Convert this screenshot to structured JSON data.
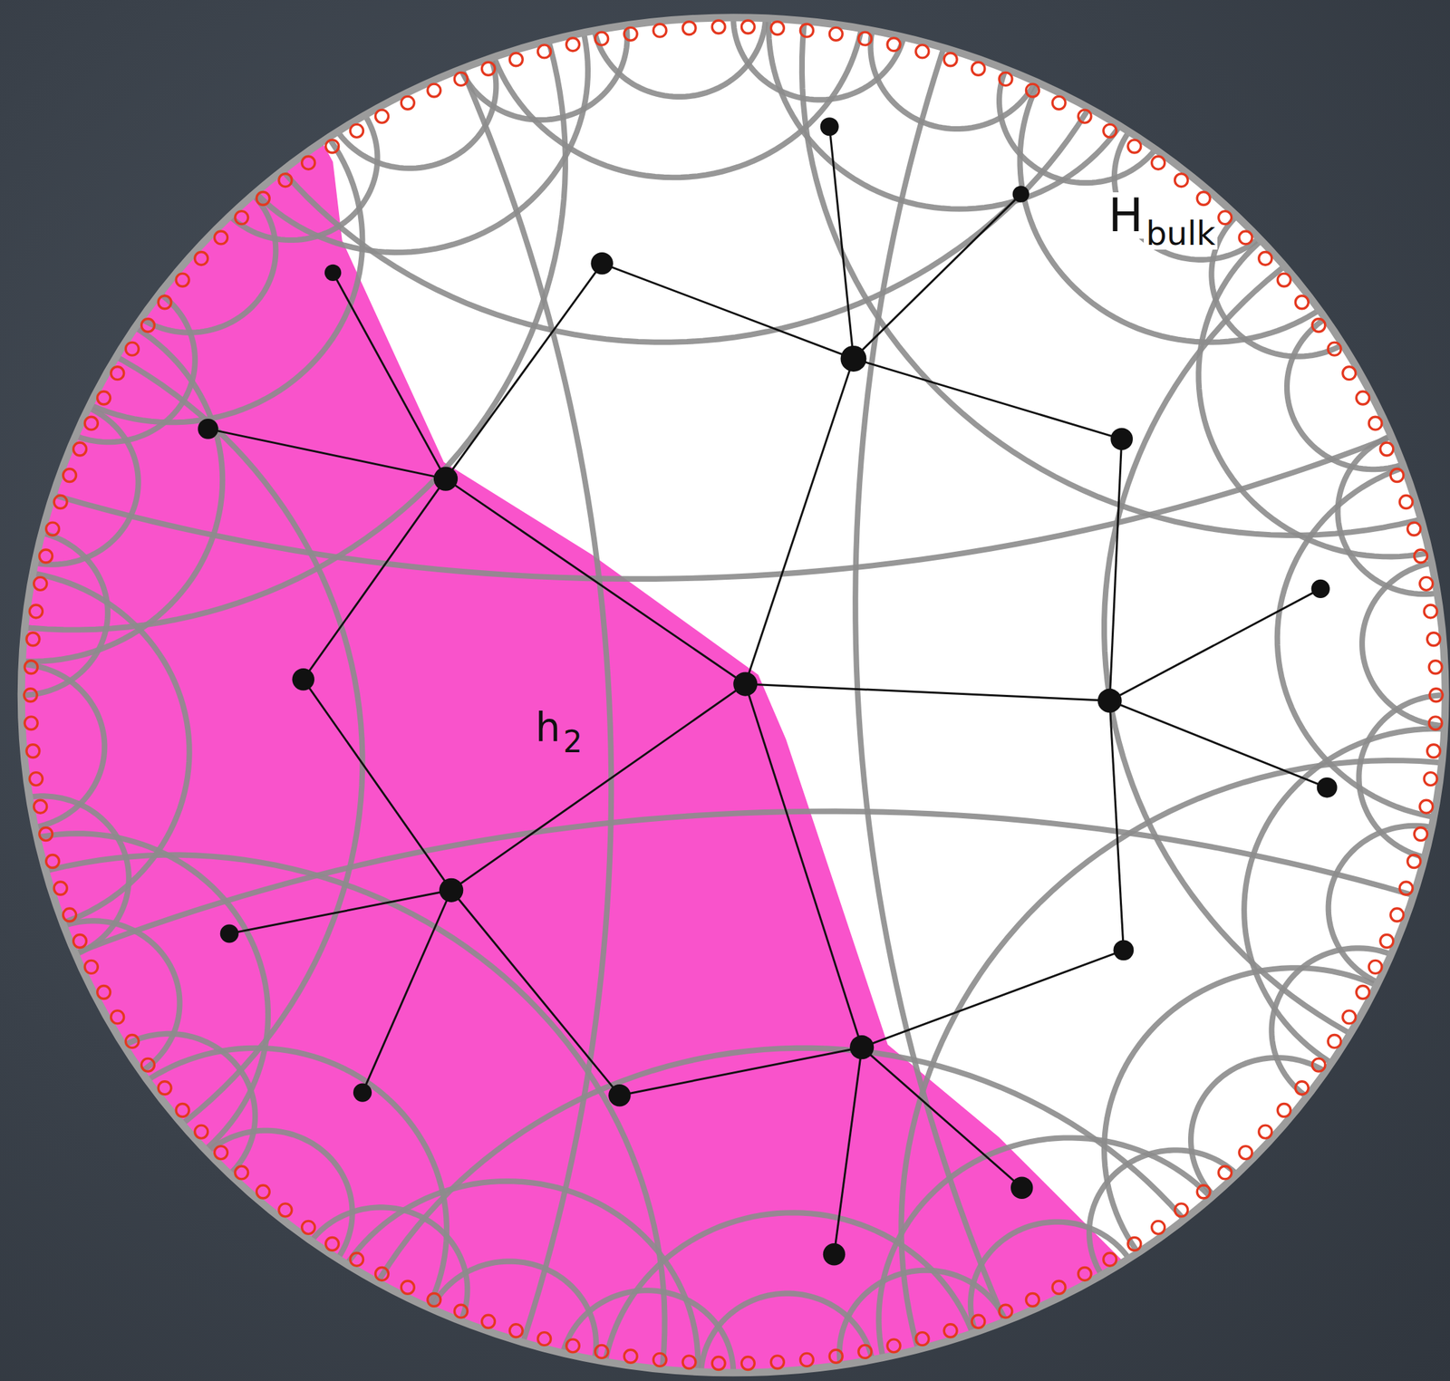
{
  "diagram": {
    "labels": [
      "H",
      "bulk",
      "h",
      "2"
    ]
  }
}
